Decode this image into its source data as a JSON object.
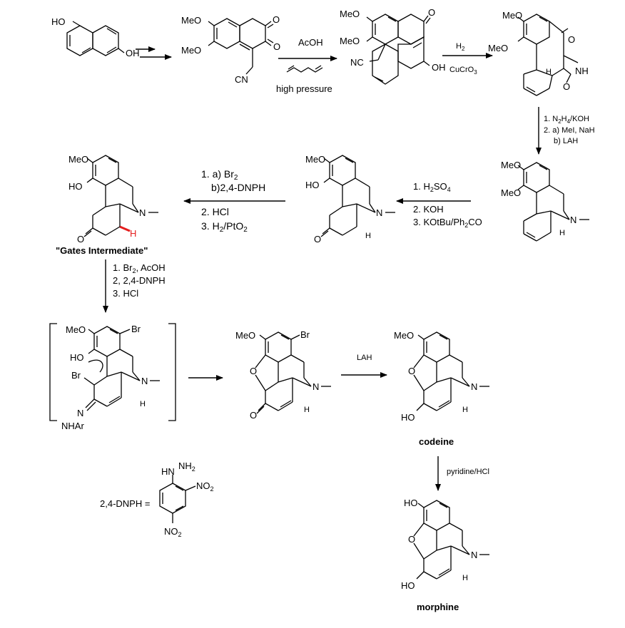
{
  "compounds": {
    "c1_ho": "HO",
    "c1_oh": "OH",
    "c2_meo_a": "MeO",
    "c2_meo_b": "MeO",
    "c2_o_a": "O",
    "c2_o_b": "O",
    "c2_cn": "CN",
    "c3_meo_a": "MeO",
    "c3_meo_b": "MeO",
    "c3_o": "O",
    "c3_oh": "OH",
    "c3_nc": "NC",
    "c4_meo_a": "MeO",
    "c4_meo_b": "MeO",
    "c4_o_a": "O",
    "c4_o_b": "O",
    "c4_nh": "NH",
    "c4_h": "H",
    "c5_meo_a": "MeO",
    "c5_meo_b": "MeO",
    "c5_n": "N",
    "c5_h": "H",
    "c6_meo": "MeO",
    "c6_ho": "HO",
    "c6_o": "O",
    "c6_n": "N",
    "c6_h": "H",
    "gates_meo": "MeO",
    "gates_ho": "HO",
    "gates_o": "O",
    "gates_n": "N",
    "gates_h": "H",
    "gates_name": "\"Gates Intermediate\"",
    "br1_meo": "MeO",
    "br1_br": "Br",
    "br1_ho": "HO",
    "br1_br2": "Br",
    "br1_n_hyd": "N",
    "br1_nhar": "NHAr",
    "br1_n": "N",
    "br1_h": "H",
    "br2_meo": "MeO",
    "br2_br": "Br",
    "br2_o_ring": "O",
    "br2_o": "O",
    "br2_n": "N",
    "br2_h": "H",
    "cod_meo": "MeO",
    "cod_o": "O",
    "cod_ho": "HO",
    "cod_n": "N",
    "cod_h": "H",
    "cod_name": "codeine",
    "mor_ho": "HO",
    "mor_o": "O",
    "mor_ho2": "HO",
    "mor_n": "N",
    "mor_h": "H",
    "mor_name": "morphine",
    "dnph_label": "2,4-DNPH =",
    "dnph_hn": "HN",
    "dnph_nh2": "NH",
    "dnph_nh2_sub": "2",
    "dnph_no2a": "NO",
    "dnph_no2a_sub": "2",
    "dnph_no2b": "NO",
    "dnph_no2b_sub": "2"
  },
  "reagents": {
    "r1_top": "AcOH",
    "r1_bottom": "high pressure",
    "r2_top": "H",
    "r2_top_sub": "2",
    "r2_bottom": "CuCrO",
    "r2_bottom_sub": "3",
    "r3_line1": "1. N",
    "r3_line1_sub1": "2",
    "r3_line1_mid": "H",
    "r3_line1_sub2": "4",
    "r3_line1_end": "/KOH",
    "r3_line2": "2. a) MeI, NaH",
    "r3_line3": "b) LAH",
    "r4_line1": "1. H",
    "r4_line1_sub1": "2",
    "r4_line1_mid": "SO",
    "r4_line1_sub2": "4",
    "r4_line2": "2. KOH",
    "r4_line3": "3. KOtBu/Ph",
    "r4_line3_sub": "2",
    "r4_line3_end": "CO",
    "r5_line1": "1. a) Br",
    "r5_line1_sub": "2",
    "r5_line2": "b)2,4-DNPH",
    "r5_line3": "2. HCl",
    "r5_line4": "3. H",
    "r5_line4_sub1": "2",
    "r5_line4_mid": "/PtO",
    "r5_line4_sub2": "2",
    "r6_line1": "1. Br",
    "r6_line1_sub": "2",
    "r6_line1_end": ", AcOH",
    "r6_line2": "2, 2,4-DNPH",
    "r6_line3": "3. HCl",
    "r7": "LAH",
    "r8": "pyridine/HCl"
  }
}
